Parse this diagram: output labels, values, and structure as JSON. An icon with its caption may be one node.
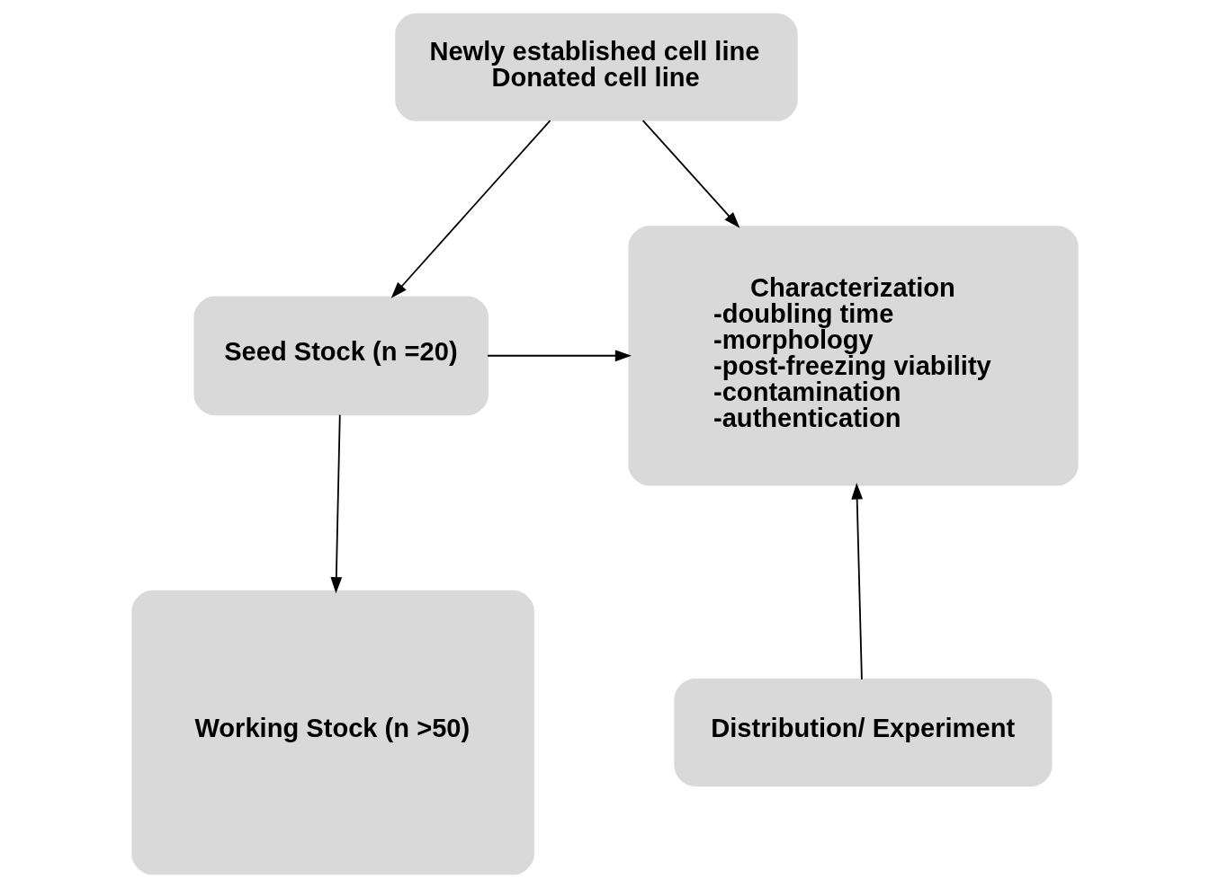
{
  "diagram": {
    "nodes": [
      {
        "text": [
          "Newly established cell line",
          "Donated cell line"
        ]
      },
      {
        "text": [
          "Seed Stock (n =20)"
        ]
      },
      {
        "text": [
          "Characterization",
          "-doubling time",
          "-morphology",
          "-post-freezing viability",
          "-contamination",
          "-authentication"
        ]
      },
      {
        "text": [
          "Working Stock (n >50)"
        ]
      },
      {
        "text": [
          "Distribution/ Experiment"
        ]
      }
    ],
    "edges": [
      {
        "from": 0,
        "to": 2,
        "arrow": "to"
      },
      {
        "from": 0,
        "to": 1,
        "arrow": "to"
      },
      {
        "from": 1,
        "to": 2,
        "arrow": "to"
      },
      {
        "from": 1,
        "to": 3,
        "arrow": "to"
      },
      {
        "from": 4,
        "to": 2,
        "arrow": "to"
      }
    ]
  }
}
